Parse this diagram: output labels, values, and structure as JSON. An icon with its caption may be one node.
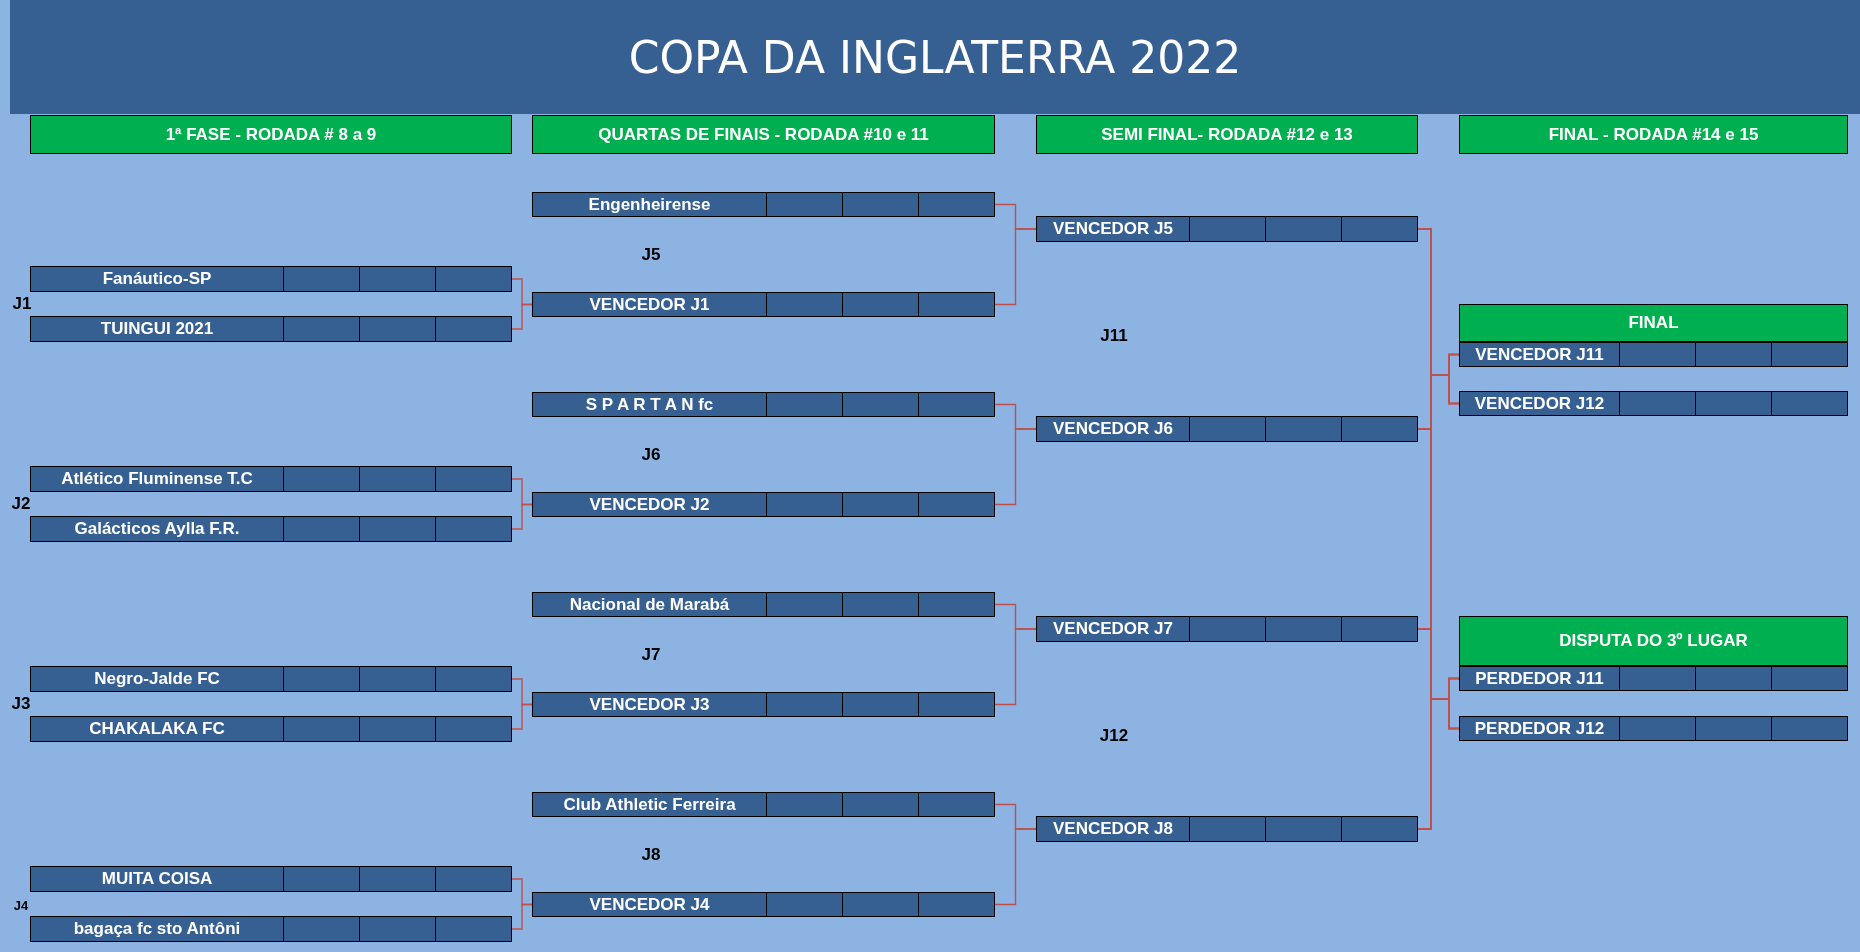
{
  "diagram": {
    "title": "COPA DA INGLATERRA 2022",
    "nodes": [
      {
        "text": [
          "1ª FASE - RODADA # 8 a 9"
        ]
      },
      {
        "text": [
          "QUARTAS DE FINAIS - RODADA #10 e 11"
        ]
      },
      {
        "text": [
          "SEMI FINAL- RODADA #12 e 13"
        ]
      },
      {
        "text": [
          "FINAL - RODADA #14 e 15"
        ]
      },
      {
        "text": [
          "Fanáutico-SP"
        ]
      },
      {
        "text": [
          "TUINGUI 2021"
        ]
      },
      {
        "text": [
          "Atlético Fluminense T.C"
        ]
      },
      {
        "text": [
          "Galácticos Aylla F.R."
        ]
      },
      {
        "text": [
          "Negro-Jalde FC"
        ]
      },
      {
        "text": [
          "CHAKALAKA FC"
        ]
      },
      {
        "text": [
          "MUITA COISA"
        ]
      },
      {
        "text": [
          "bagaça fc sto Antôni"
        ]
      },
      {
        "text": [
          "Engenheirense"
        ]
      },
      {
        "text": [
          "VENCEDOR J1"
        ]
      },
      {
        "text": [
          "S P A R T A N fc"
        ]
      },
      {
        "text": [
          "VENCEDOR J2"
        ]
      },
      {
        "text": [
          "Nacional de Marabá"
        ]
      },
      {
        "text": [
          "VENCEDOR J3"
        ]
      },
      {
        "text": [
          "Club Athletic Ferreira"
        ]
      },
      {
        "text": [
          "VENCEDOR J4"
        ]
      },
      {
        "text": [
          "VENCEDOR J5"
        ]
      },
      {
        "text": [
          "VENCEDOR J6"
        ]
      },
      {
        "text": [
          "VENCEDOR J7"
        ]
      },
      {
        "text": [
          "VENCEDOR J8"
        ]
      },
      {
        "text": [
          "FINAL"
        ]
      },
      {
        "text": [
          "VENCEDOR J11"
        ]
      },
      {
        "text": [
          "VENCEDOR J12"
        ]
      },
      {
        "text": [
          "DISPUTA DO 3º LUGAR"
        ]
      },
      {
        "text": [
          "PERDEDOR J11"
        ]
      },
      {
        "text": [
          "PERDEDOR J12"
        ]
      }
    ],
    "edges": [
      {
        "from": 4,
        "to": 13,
        "arrow": "none"
      },
      {
        "from": 5,
        "to": 13,
        "arrow": "none"
      },
      {
        "from": 6,
        "to": 15,
        "arrow": "none"
      },
      {
        "from": 7,
        "to": 15,
        "arrow": "none"
      },
      {
        "from": 8,
        "to": 17,
        "arrow": "none"
      },
      {
        "from": 9,
        "to": 17,
        "arrow": "none"
      },
      {
        "from": 10,
        "to": 19,
        "arrow": "none"
      },
      {
        "from": 11,
        "to": 19,
        "arrow": "none"
      },
      {
        "from": 12,
        "to": 20,
        "arrow": "none"
      },
      {
        "from": 13,
        "to": 20,
        "arrow": "none"
      },
      {
        "from": 14,
        "to": 21,
        "arrow": "none"
      },
      {
        "from": 15,
        "to": 21,
        "arrow": "none"
      },
      {
        "from": 16,
        "to": 22,
        "arrow": "none"
      },
      {
        "from": 17,
        "to": 22,
        "arrow": "none"
      },
      {
        "from": 18,
        "to": 23,
        "arrow": "none"
      },
      {
        "from": 19,
        "to": 23,
        "arrow": "none"
      },
      {
        "from": 20,
        "to": 25,
        "arrow": "none"
      },
      {
        "from": 20,
        "to": 26,
        "arrow": "none"
      },
      {
        "from": 20,
        "to": 28,
        "arrow": "none"
      },
      {
        "from": 20,
        "to": 29,
        "arrow": "none"
      },
      {
        "from": 21,
        "to": 25,
        "arrow": "none"
      },
      {
        "from": 21,
        "to": 26,
        "arrow": "none"
      },
      {
        "from": 21,
        "to": 28,
        "arrow": "none"
      },
      {
        "from": 21,
        "to": 29,
        "arrow": "none"
      },
      {
        "from": 22,
        "to": 25,
        "arrow": "none"
      },
      {
        "from": 22,
        "to": 26,
        "arrow": "none"
      },
      {
        "from": 22,
        "to": 28,
        "arrow": "none"
      },
      {
        "from": 22,
        "to": 29,
        "arrow": "none"
      },
      {
        "from": 23,
        "to": 25,
        "arrow": "none"
      },
      {
        "from": 23,
        "to": 26,
        "arrow": "none"
      },
      {
        "from": 23,
        "to": 28,
        "arrow": "none"
      },
      {
        "from": 23,
        "to": 29,
        "arrow": "none"
      }
    ],
    "labels": [
      "J5",
      "J1",
      "J11",
      "J6",
      "J2",
      "J7",
      "J3",
      "J12",
      "J8",
      "J4"
    ]
  }
}
